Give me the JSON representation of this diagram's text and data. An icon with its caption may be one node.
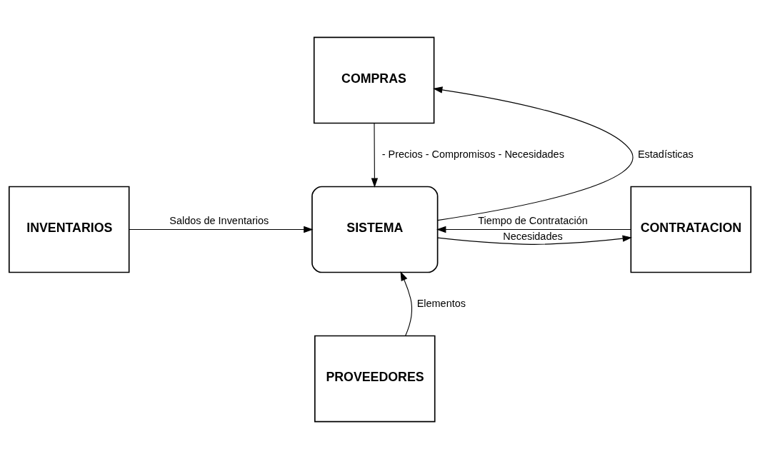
{
  "diagram": {
    "nodes": [
      {
        "text": [
          "COMPRAS"
        ]
      },
      {
        "text": [
          "INVENTARIOS"
        ]
      },
      {
        "text": [
          "SISTEMA"
        ]
      },
      {
        "text": [
          "CONTRATACION"
        ]
      },
      {
        "text": [
          "PROVEEDORES"
        ]
      }
    ],
    "edges": [
      {
        "from": 2,
        "to": 0,
        "arrow": "to",
        "label": "Estadísticas"
      },
      {
        "from": 0,
        "to": 2,
        "arrow": "to",
        "label": "- Precios - Compromisos - Necesidades"
      },
      {
        "from": 1,
        "to": 2,
        "arrow": "to",
        "label": "Saldos de Inventarios"
      },
      {
        "from": 3,
        "to": 2,
        "arrow": "to",
        "label": "Tiempo de Contratación"
      },
      {
        "from": 2,
        "to": 3,
        "arrow": "to",
        "label": "Necesidades"
      },
      {
        "from": 4,
        "to": 2,
        "arrow": "to",
        "label": "Elementos"
      }
    ]
  }
}
